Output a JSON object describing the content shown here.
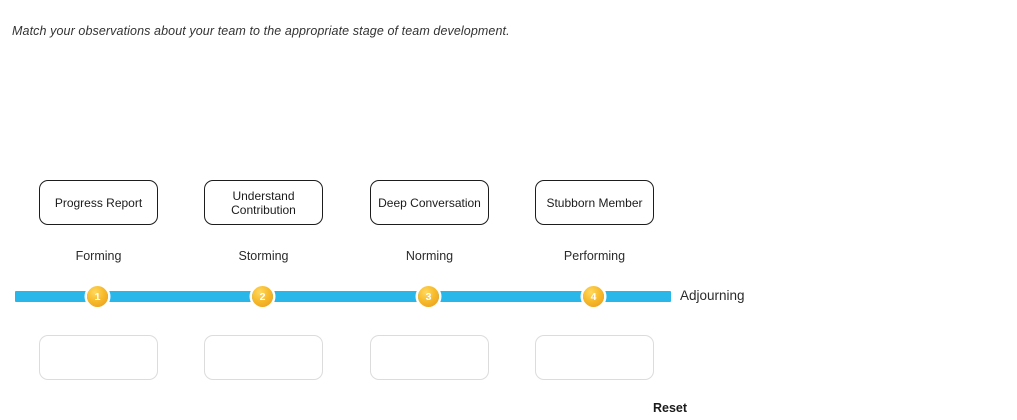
{
  "instruction": "Match your observations about your team to the appropriate stage of team development.",
  "cards": [
    {
      "label": "Progress Report"
    },
    {
      "label": "Understand Contribution"
    },
    {
      "label": "Deep Conversation"
    },
    {
      "label": "Stubborn Member"
    }
  ],
  "stages": [
    {
      "label": "Forming",
      "number": "1"
    },
    {
      "label": "Storming",
      "number": "2"
    },
    {
      "label": "Norming",
      "number": "3"
    },
    {
      "label": "Performing",
      "number": "4"
    }
  ],
  "final_stage": {
    "label": "Adjourning"
  },
  "dropzones": [
    {
      "value": ""
    },
    {
      "value": ""
    },
    {
      "value": ""
    },
    {
      "value": ""
    }
  ],
  "controls": {
    "reset_label": "Reset"
  },
  "colors": {
    "track": "#29b6e8",
    "node": "#f7bb2c",
    "card_border": "#1d1d1d",
    "dropzone_border": "#dcdcdc",
    "text": "#1b1b1b"
  }
}
